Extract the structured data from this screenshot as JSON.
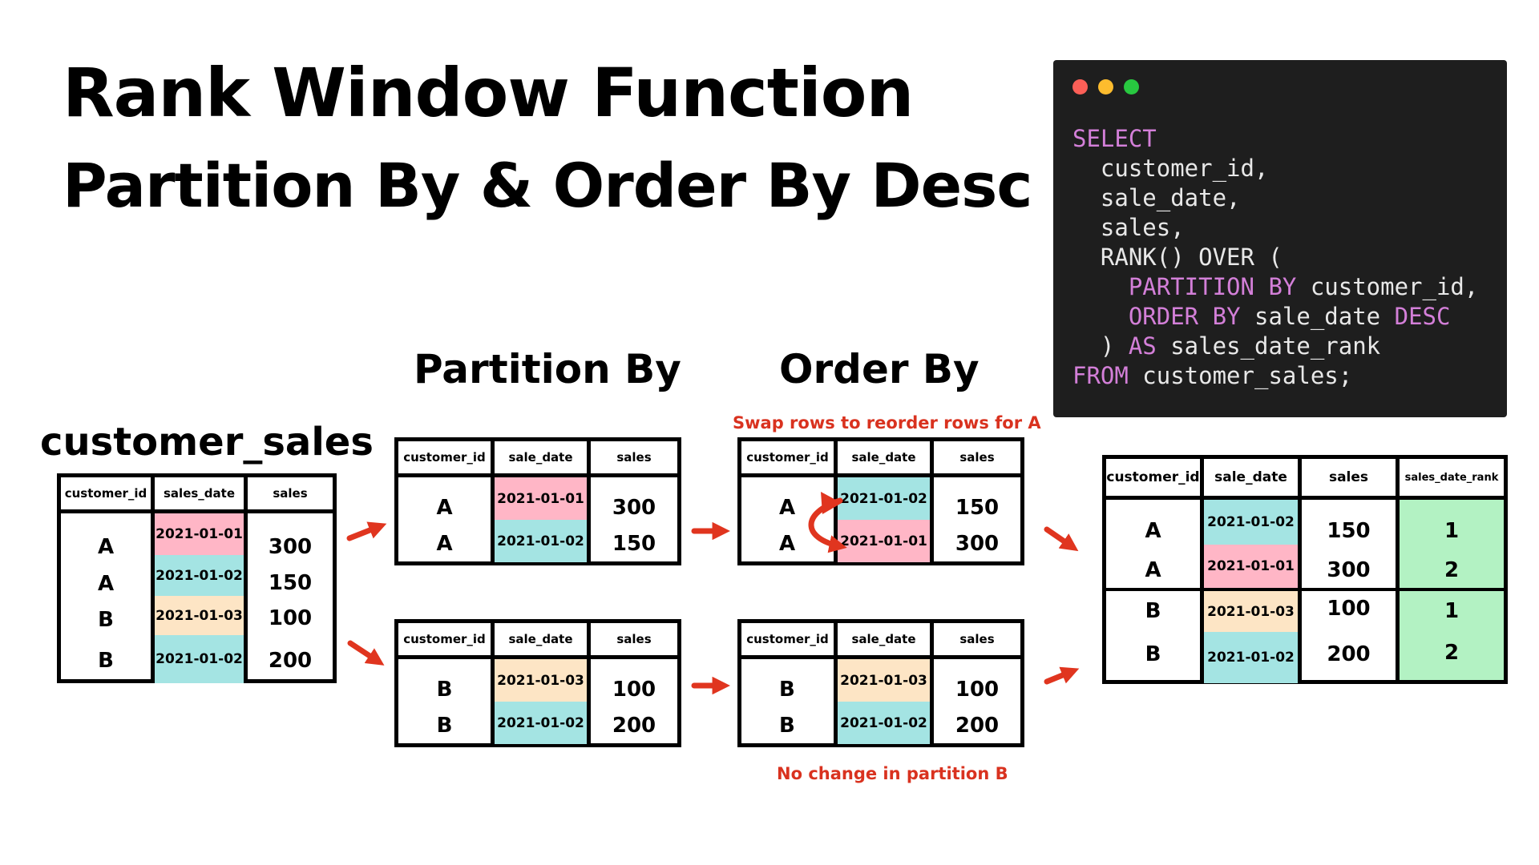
{
  "title": "Rank Window Function",
  "subtitle": "Partition By & Order By Desc",
  "headings": {
    "source": "customer_sales",
    "partition": "Partition By",
    "order": "Order By"
  },
  "notes": {
    "swap": "Swap rows to reorder rows for A",
    "no_change": "No change in partition B"
  },
  "code": {
    "line1_kw": "SELECT",
    "line2": "  customer_id,",
    "line3": "  sale_date,",
    "line4": "  sales,",
    "line5": "  RANK() OVER (",
    "line6_indent": "    ",
    "line6_kw1": "PARTITION",
    "line6_sp": " ",
    "line6_kw2": "BY",
    "line6_rest": " customer_id,",
    "line7_indent": "    ",
    "line7_kw1": "ORDER",
    "line7_sp": " ",
    "line7_kw2": "BY",
    "line7_mid": " sale_date ",
    "line7_kw3": "DESC",
    "line8_indent": "  ) ",
    "line8_kw": "AS",
    "line8_rest": " sales_date_rank",
    "line9_kw": "FROM",
    "line9_rest": " customer_sales;"
  },
  "colors": {
    "pink": "#ffb6c6",
    "teal": "#a4e4e3",
    "peach": "#fde5c5",
    "green": "#b3f2c3",
    "arrow": "#e0351f",
    "keyword": "#d37fd8"
  },
  "source_table": {
    "headers": [
      "customer_id",
      "sales_date",
      "sales"
    ],
    "rows": [
      {
        "id": "A",
        "date": "2021-01-01",
        "sales": "300"
      },
      {
        "id": "A",
        "date": "2021-01-02",
        "sales": "150"
      },
      {
        "id": "B",
        "date": "2021-01-03",
        "sales": "100"
      },
      {
        "id": "B",
        "date": "2021-01-02",
        "sales": "200"
      }
    ]
  },
  "partition_a": {
    "headers": [
      "customer_id",
      "sale_date",
      "sales"
    ],
    "rows": [
      {
        "id": "A",
        "date": "2021-01-01",
        "sales": "300"
      },
      {
        "id": "A",
        "date": "2021-01-02",
        "sales": "150"
      }
    ]
  },
  "partition_b": {
    "headers": [
      "customer_id",
      "sale_date",
      "sales"
    ],
    "rows": [
      {
        "id": "B",
        "date": "2021-01-03",
        "sales": "100"
      },
      {
        "id": "B",
        "date": "2021-01-02",
        "sales": "200"
      }
    ]
  },
  "ordered_a": {
    "headers": [
      "customer_id",
      "sale_date",
      "sales"
    ],
    "rows": [
      {
        "id": "A",
        "date": "2021-01-02",
        "sales": "150"
      },
      {
        "id": "A",
        "date": "2021-01-01",
        "sales": "300"
      }
    ]
  },
  "ordered_b": {
    "headers": [
      "customer_id",
      "sale_date",
      "sales"
    ],
    "rows": [
      {
        "id": "B",
        "date": "2021-01-03",
        "sales": "100"
      },
      {
        "id": "B",
        "date": "2021-01-02",
        "sales": "200"
      }
    ]
  },
  "result_table": {
    "headers": [
      "customer_id",
      "sale_date",
      "sales",
      "sales_date_rank"
    ],
    "rows": [
      {
        "id": "A",
        "date": "2021-01-02",
        "sales": "150",
        "rank": "1"
      },
      {
        "id": "A",
        "date": "2021-01-01",
        "sales": "300",
        "rank": "2"
      },
      {
        "id": "B",
        "date": "2021-01-03",
        "sales": "100",
        "rank": "1"
      },
      {
        "id": "B",
        "date": "2021-01-02",
        "sales": "200",
        "rank": "2"
      }
    ]
  }
}
